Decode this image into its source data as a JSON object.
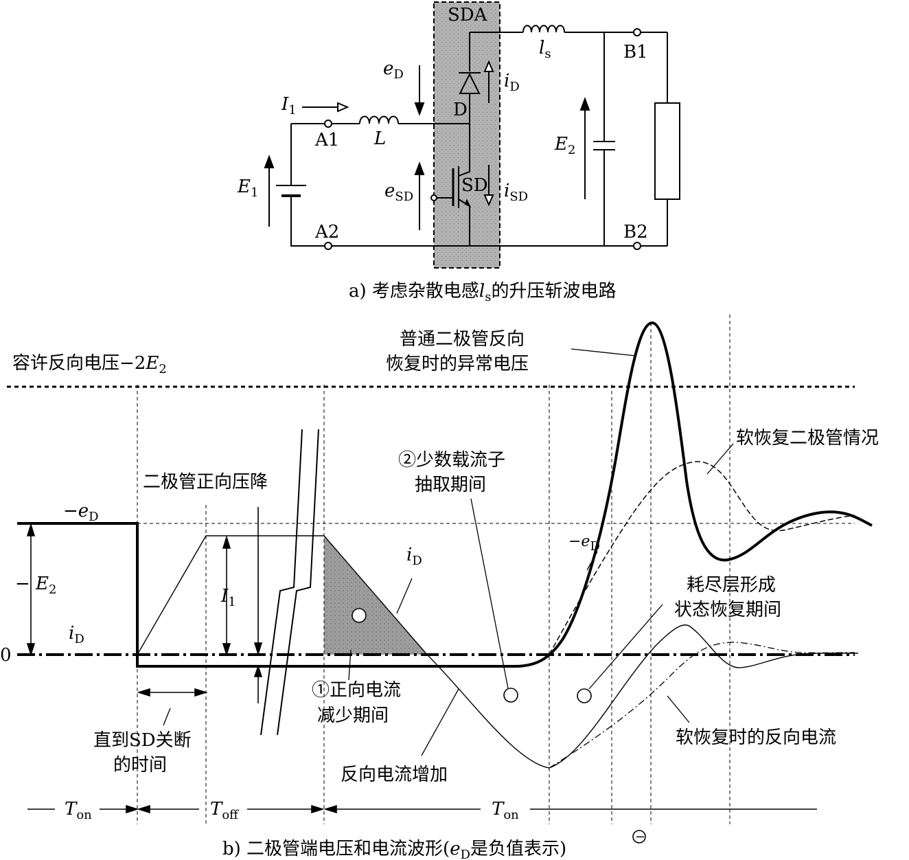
{
  "circuit": {
    "sda": "SDA",
    "ls": "l",
    "ls_sub": "s",
    "b1": "B1",
    "b2": "B2",
    "a1": "A1",
    "a2": "A2",
    "eD": "e",
    "eD_sub": "D",
    "iD": "i",
    "iD_sub": "D",
    "D": "D",
    "SD": "SD",
    "I1": "I",
    "I1_sub": "1",
    "L": "L",
    "E1": "E",
    "E1_sub": "1",
    "E2": "E",
    "E2_sub": "2",
    "eSD": "e",
    "eSD_sub": "SD",
    "iSD": "i",
    "iSD_sub": "SD",
    "caption_a": "a) 考虑杂散电感",
    "caption_a_ls": "l",
    "caption_a_ls_sub": "s",
    "caption_a_tail": "的升压斩波电路"
  },
  "waveform": {
    "allow_rev": "容许反向电压−2",
    "allow_rev_E": "E",
    "allow_rev_sub": "2",
    "normal_diode_1": "普通二极管反向",
    "normal_diode_2": "恢复时的异常电压",
    "soft_recovery": "软恢复二极管情况",
    "minority_1": "②少数载流子",
    "minority_2": "抽取期间",
    "diode_drop": "二极管正向压降",
    "neg_eD": "−e",
    "neg_eD_sub": "D",
    "neg_eD2": "−e",
    "neg_eD2_sub": "D",
    "neg_E2": "− E",
    "neg_E2_sub": "2",
    "I1": "I",
    "I1_sub": "1",
    "iD": "i",
    "iD_sub": "D",
    "iD2": "i",
    "iD2_sub": "D",
    "zero": "0",
    "depletion_1": "耗尽层形成",
    "depletion_2": "状态恢复期间",
    "forward_1": "①正向电流",
    "forward_2": "减少期间",
    "sd_off_1": "直到SD关断",
    "sd_off_2": "的时间",
    "rev_increase": "反向电流增加",
    "soft_rev_current": "软恢复时的反向电流",
    "Ton": "T",
    "Ton_sub": "on",
    "Toff": "T",
    "Toff_sub": "off",
    "Ton2": "T",
    "Ton2_sub": "on",
    "caption_b": "b) 二极管端电压和电流波形(",
    "caption_b_e": "e",
    "caption_b_sub": "D",
    "caption_b_tail": "是负值表示)",
    "footnote_mark": "−"
  }
}
